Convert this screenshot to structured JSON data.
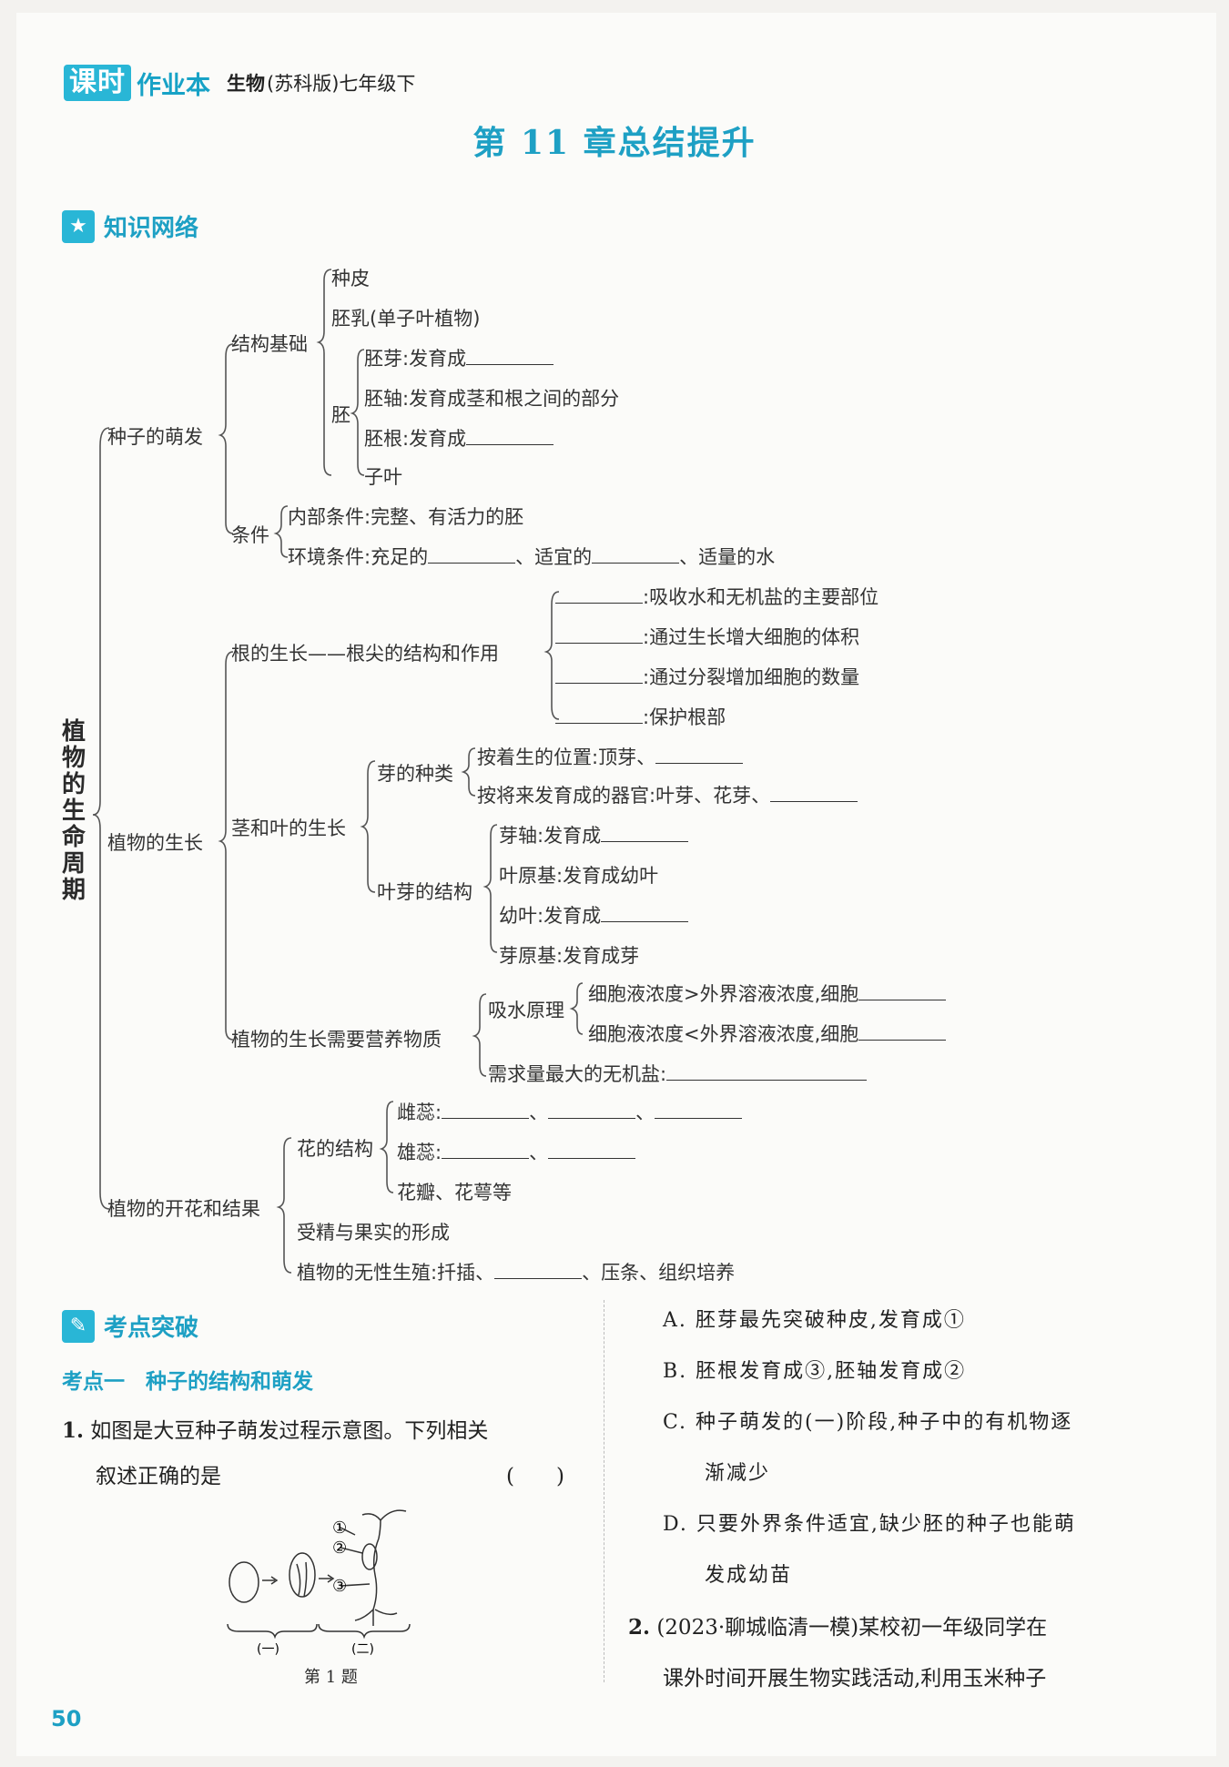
{
  "header": {
    "logo_text": "课时",
    "brand": "作业本",
    "subject": "生物",
    "edition": "(苏科版)七年级下"
  },
  "chapter_title": "第 11 章总结提升",
  "sections": {
    "knowledge_network": "知识网络",
    "exam_points": "考点突破"
  },
  "mindmap": {
    "root": [
      "植",
      "物",
      "的",
      "生",
      "命",
      "周",
      "期"
    ],
    "seed": {
      "label": "种子的萌发",
      "structure": "结构基础",
      "seed_coat": "种皮",
      "endosperm": "胚乳(单子叶植物)",
      "embryo": "胚",
      "plumule": "胚芽:发育成",
      "hypocotyl": "胚轴:发育成茎和根之间的部分",
      "radicle": "胚根:发育成",
      "cotyledon": "子叶",
      "conditions": "条件",
      "internal": "内部条件:完整、有活力的胚",
      "env_1": "环境条件:充足的",
      "env_2": "、适宜的",
      "env_3": "、适量的水"
    },
    "growth": {
      "label": "植物的生长",
      "root_growth": "根的生长——根尖的结构和作用",
      "root_1": ":吸收水和无机盐的主要部位",
      "root_2": ":通过生长增大细胞的体积",
      "root_3": ":通过分裂增加细胞的数量",
      "root_4": ":保护根部",
      "stem_leaf": "茎和叶的生长",
      "bud_type": "芽的种类",
      "bud_pos": "按着生的位置:顶芽、",
      "bud_organ": "按将来发育成的器官:叶芽、花芽、",
      "leaf_bud": "叶芽的结构",
      "bud_axis": "芽轴:发育成",
      "leaf_primordium": "叶原基:发育成幼叶",
      "young_leaf": "幼叶:发育成",
      "bud_primordium": "芽原基:发育成芽",
      "nutrients": "植物的生长需要营养物质",
      "water_principle": "吸水原理",
      "water_1": "细胞液浓度>外界溶液浓度,细胞",
      "water_2": "细胞液浓度<外界溶液浓度,细胞",
      "minerals": "需求量最大的无机盐:"
    },
    "flower": {
      "label": "植物的开花和结果",
      "structure": "花的结构",
      "pistil": "雌蕊:",
      "stamen": "雄蕊:",
      "sep": "、",
      "petals": "花瓣、花萼等",
      "fertilization": "受精与果实的形成",
      "asexual_1": "植物的无性生殖:扦插、",
      "asexual_2": "、压条、组织培养"
    }
  },
  "exam": {
    "point1": "考点一　种子的结构和萌发",
    "q1_num": "1.",
    "q1_line1": "如图是大豆种子萌发过程示意图。下列相关",
    "q1_line2": "叙述正确的是",
    "q1_paren": "(　　)",
    "fig_labels": [
      "①",
      "②",
      "③"
    ],
    "fig_stage1": "(一)",
    "fig_stage2": "(二)",
    "fig_caption": "第 1 题",
    "options": [
      "A. 胚芽最先突破种皮,发育成①",
      "B. 胚根发育成③,胚轴发育成②",
      "C. 种子萌发的(一)阶段,种子中的有机物逐",
      "渐减少",
      "D. 只要外界条件适宜,缺少胚的种子也能萌",
      "发成幼苗"
    ],
    "q2_num": "2.",
    "q2_line1": "(2023·聊城临清一模)某校初一年级同学在",
    "q2_line2": "课外时间开展生物实践活动,利用玉米种子"
  },
  "page_number": "50",
  "colors": {
    "accent": "#1ea0c4",
    "logo_bg": "#29b6d6"
  }
}
